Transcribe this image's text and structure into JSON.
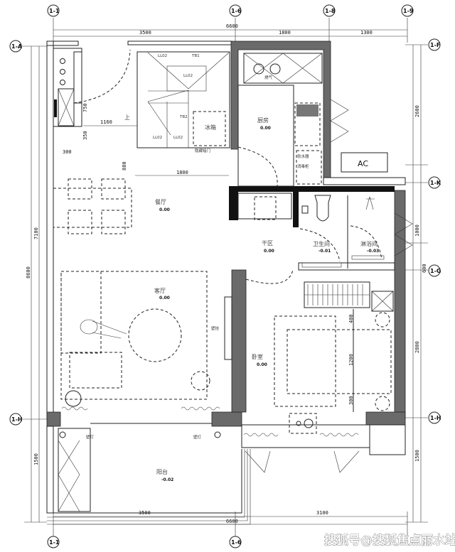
{
  "plan": {
    "dimensions": {
      "top_total": "6600",
      "top_segments": [
        "3500",
        "1800",
        "1300"
      ],
      "bottom_total": "6600",
      "bottom_segments": [
        "3500",
        "3100"
      ],
      "left_total": "8600",
      "left_segments": [
        "7100",
        "1500"
      ],
      "right_segments": [
        "2600",
        "1000",
        "600",
        "2800",
        "1500"
      ],
      "internal": [
        "750",
        "1160",
        "350",
        "300",
        "880",
        "1800",
        "400",
        "1200",
        "300"
      ]
    },
    "axis_bubbles": {
      "top": [
        "1-1",
        "1-6",
        "1-8",
        "1-9"
      ],
      "bottom": [
        "1-1",
        "1-6"
      ],
      "left": [
        "1-A",
        "1-H"
      ],
      "right": [
        "1-F",
        "1-K",
        "1-G",
        "1-H"
      ]
    },
    "rooms": [
      {
        "name": "厨房",
        "level": "0.00"
      },
      {
        "name": "餐厅",
        "level": "0.00"
      },
      {
        "name": "客厅",
        "level": "0.00"
      },
      {
        "name": "干区",
        "level": "0.00"
      },
      {
        "name": "卫生间",
        "level": "-0.01"
      },
      {
        "name": "淋浴间",
        "level": "-0.03"
      },
      {
        "name": "卧室",
        "level": "0.00"
      },
      {
        "name": "阳台",
        "level": "-0.02"
      }
    ],
    "labels": {
      "fridge": "冰箱",
      "hidden_door": "隐藏暗门",
      "stove": "燃气",
      "water_softener": "软水器",
      "disinfection_cabinet": "消毒柜",
      "tv_wall": "壁挂",
      "wall_lamp_left": "壁灯",
      "wall_lamp_right": "壁灯",
      "stair_up": "上",
      "ac": "AC",
      "cabinet_code": "LL02",
      "tb1": "TB1",
      "tb2": "TB2"
    },
    "watermark": "搜狐号@搜狐焦点丽水站"
  }
}
